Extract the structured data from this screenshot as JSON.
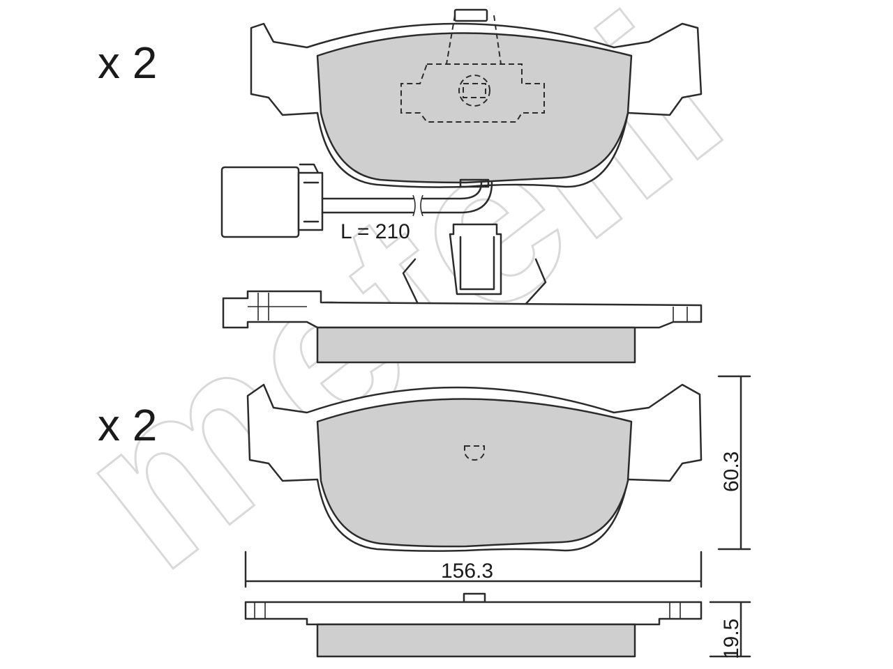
{
  "watermark": {
    "text": "metelli"
  },
  "top_view": {
    "quantity_label": "x 2"
  },
  "sensor": {
    "wire_length_label": "L = 210"
  },
  "bottom_view": {
    "quantity_label": "x 2"
  },
  "dimensions": {
    "width_label": "156.3",
    "height_label": "60.3",
    "thickness_label": "19.5"
  },
  "colors": {
    "line": "#2b2b2b",
    "pad_fill": "#cfcfcf",
    "background": "#ffffff",
    "watermark": "#d9d9d9"
  }
}
